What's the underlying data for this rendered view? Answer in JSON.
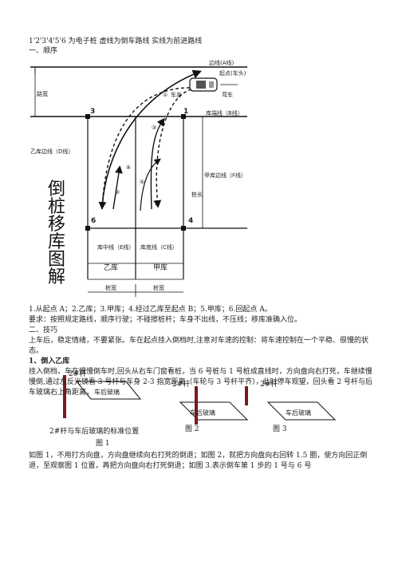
{
  "header": {
    "line1": "1'2'3'4'5'6 为电子桩        虚线为倒车路线  实线为前进路线",
    "section1": "一、顺序"
  },
  "diagram1": {
    "labels": {
      "edge_a": "边线(A线)",
      "start": "起点(车头)",
      "cheshen": "车身",
      "wanche": "弯车",
      "road_width": "路宽",
      "garage_line_b": "库端线（B线）",
      "yi_edge_d": "乙库边线（D线）",
      "jia_edge_f": "甲库边线（F线）",
      "pile_len": "桩长",
      "mid_e": "库中线（E线）",
      "bottom_c": "库底线（C线）",
      "yi_ku": "乙库",
      "jia_ku": "甲库",
      "pile_w1": "桩宽",
      "pile_w2": "桩宽"
    },
    "pile_numbers": [
      "1",
      "3",
      "4",
      "6"
    ],
    "circle_numbers": [
      "①",
      "②",
      "③",
      "④",
      "⑤",
      "⑥"
    ],
    "title_chars": [
      "倒",
      "桩",
      "移",
      "库",
      "图",
      "解"
    ]
  },
  "body": {
    "steps": "1.从起点 A；2.乙库；3.甲库；4.经过乙库至起点 B；5.甲库；6.回起点 A。",
    "requirement": "要求：按照规定路线，顺序行驶；不碰擦桩杆；车身不出线，不压线；移库准确入位。",
    "section2": "二、技巧",
    "para1": "上车后，稳定情绪，不要紧张。车在起点挂入倒档时,注意对车速的控制：将车速控制在一个平稳、很慢的状态。",
    "subhead": "1、倒入乙库",
    "para2": "挂入倒档，车在慢慢倒车时,回头从右车门窗看桩，当 6 号桩与 1 号桩成直线时，方向盘向右打死，车继续慢慢倒,通过左反光镜看 3 号杆与车身 2-3 指宽距离（车轮与 3 号杆平齐），此时停车观望，回头看 2 号杆与后车玻璃右上角距离，",
    "para3": "如图 1，不用打方向盘，方向盘继续向右打死的倒退；如图 2，就把方向盘向右回转 1.5 圈，使方向回正倒退，至观察图 1 位置，再把方向盘向右打死倒退；如图 3.表示倒车第 1 步的 1 号与 6 号"
  },
  "figures": {
    "pole_label": "2#杆",
    "glass_label": "车后玻璃",
    "fig1_caption": "2#杆与车后玻璃的标准位置",
    "fig1_title": "图 1",
    "fig2_title": "图 2",
    "fig3_title": "图 3"
  }
}
